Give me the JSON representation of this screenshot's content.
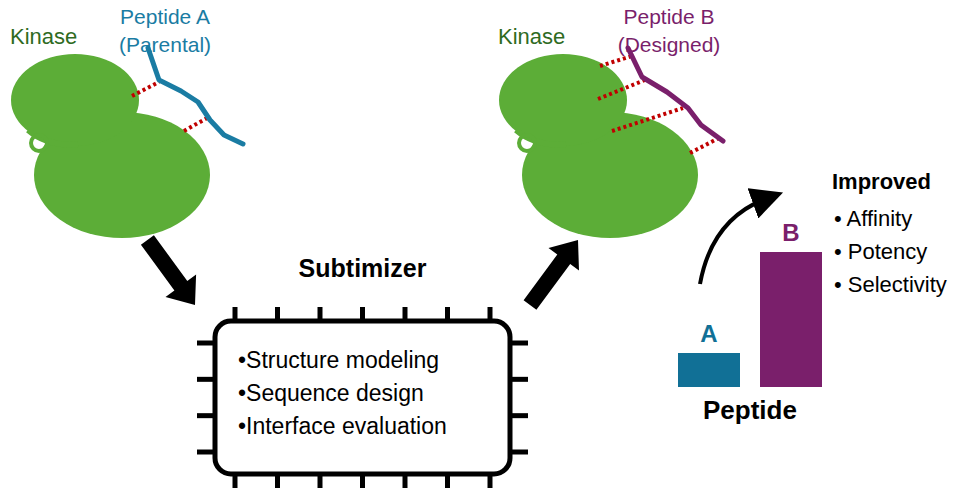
{
  "diagram": {
    "nodes": [
      {
        "text": [
          "Kinase"
        ]
      },
      {
        "text": [
          "Subtimizer",
          "•Structure modeling",
          "•Sequence design",
          "•Interface evaluation"
        ]
      },
      {
        "text": [
          "Kinase"
        ]
      },
      {
        "text": [
          "A"
        ]
      },
      {
        "text": [
          "B"
        ]
      }
    ],
    "edges": [
      {
        "from": 0,
        "to": 1,
        "arrow": "to"
      },
      {
        "from": 1,
        "to": 2,
        "arrow": "to"
      }
    ],
    "labels": [
      "Peptide A (Parental)",
      "Peptide B (Designed)",
      "Peptide",
      "Improved",
      "• Affinity",
      "• Potency",
      "• Selectivity"
    ]
  }
}
